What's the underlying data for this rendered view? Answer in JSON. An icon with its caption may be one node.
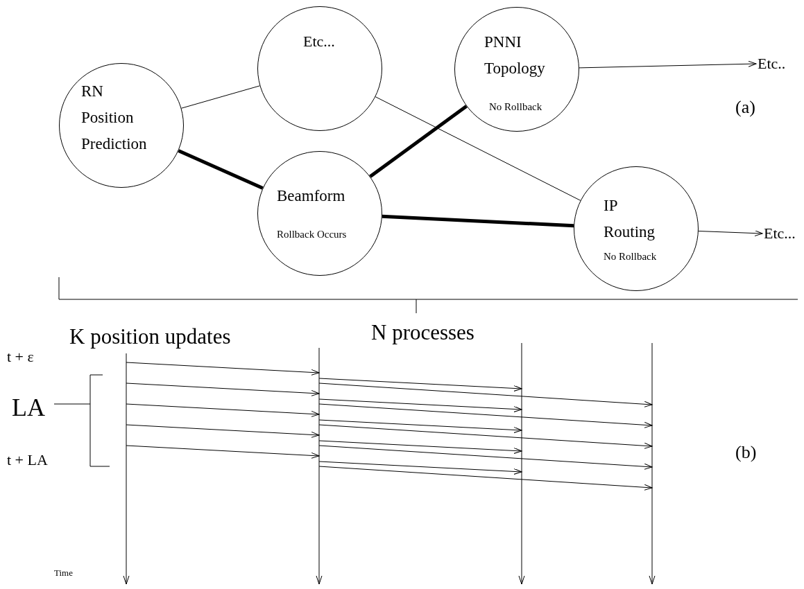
{
  "diagram": {
    "nodes": [
      {
        "text": [
          "RN Position Prediction"
        ]
      },
      {
        "text": [
          "Etc..."
        ]
      },
      {
        "text": [
          "PNNI Topology",
          "No Rollback"
        ]
      },
      {
        "text": [
          "Beamform",
          "Rollback Occurs"
        ]
      },
      {
        "text": [
          "IP Routing",
          "No Rollback"
        ]
      },
      {
        "text": [
          "Etc.."
        ]
      },
      {
        "text": [
          "Etc..."
        ]
      },
      {
        "text": [],
        "shape": "line"
      },
      {
        "text": [],
        "shape": "line"
      },
      {
        "text": [],
        "shape": "line"
      },
      {
        "text": [],
        "shape": "line"
      }
    ],
    "edges": [
      {
        "from": 0,
        "to": 1,
        "arrow": "none"
      },
      {
        "from": 0,
        "to": 3,
        "arrow": "none",
        "style": "thick"
      },
      {
        "from": 1,
        "to": 4,
        "arrow": "none"
      },
      {
        "from": 3,
        "to": 2,
        "arrow": "none",
        "style": "thick"
      },
      {
        "from": 3,
        "to": 4,
        "arrow": "none",
        "style": "thick"
      },
      {
        "from": 2,
        "to": 5,
        "arrow": "to"
      },
      {
        "from": 4,
        "to": 6,
        "arrow": "to"
      },
      {
        "from": 7,
        "to": 8,
        "arrow": "to"
      },
      {
        "from": 7,
        "to": 8,
        "arrow": "to"
      },
      {
        "from": 7,
        "to": 8,
        "arrow": "to"
      },
      {
        "from": 7,
        "to": 8,
        "arrow": "to"
      },
      {
        "from": 7,
        "to": 8,
        "arrow": "to"
      },
      {
        "from": 8,
        "to": 9,
        "arrow": "to"
      },
      {
        "from": 8,
        "to": 10,
        "arrow": "to"
      },
      {
        "from": 8,
        "to": 9,
        "arrow": "to"
      },
      {
        "from": 8,
        "to": 10,
        "arrow": "to"
      },
      {
        "from": 8,
        "to": 9,
        "arrow": "to"
      },
      {
        "from": 8,
        "to": 10,
        "arrow": "to"
      },
      {
        "from": 8,
        "to": 9,
        "arrow": "to"
      },
      {
        "from": 8,
        "to": 10,
        "arrow": "to"
      },
      {
        "from": 8,
        "to": 9,
        "arrow": "to"
      },
      {
        "from": 8,
        "to": 10,
        "arrow": "to"
      }
    ],
    "labels": [
      "(a)",
      "K position updates",
      "N processes",
      "t + ε",
      "LA",
      "(b)",
      "t + LA",
      "Time"
    ]
  }
}
